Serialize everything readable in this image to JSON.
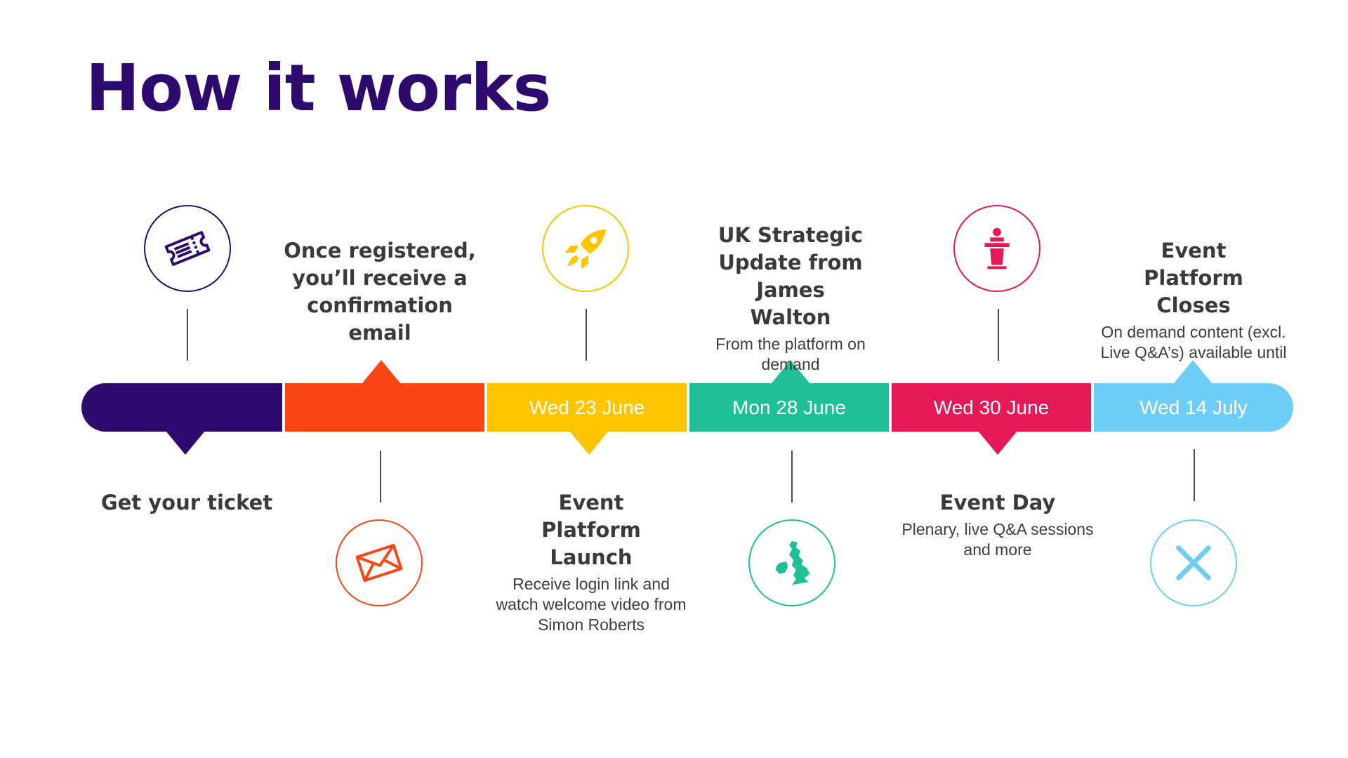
{
  "title": "How it works",
  "colors": {
    "title": "#2e0a6e",
    "step1": "#2e0a6e",
    "step2": "#fa4616",
    "step3": "#fcc500",
    "step4": "#1fc096",
    "step5": "#e41956",
    "step6": "#6fcef8"
  },
  "steps": [
    {
      "date": "",
      "heading": "Get your ticket",
      "detail": "",
      "icon": "ticket-icon"
    },
    {
      "date": "",
      "heading": "Once registered, you’ll receive a confirmation email",
      "detail": "",
      "icon": "envelope-icon"
    },
    {
      "date": "Wed 23 June",
      "heading": "Event Platform Launch",
      "detail": "Receive login link and watch welcome video from Simon Roberts",
      "icon": "rocket-icon"
    },
    {
      "date": "Mon 28 June",
      "heading": "UK Strategic Update from James Walton",
      "detail": "From the platform on demand",
      "icon": "uk-map-icon"
    },
    {
      "date": "Wed 30 June",
      "heading": "Event Day",
      "detail": "Plenary, live Q&A sessions and more",
      "icon": "podium-icon"
    },
    {
      "date": "Wed 14 July",
      "heading": "Event Platform Closes",
      "detail": "On demand content (excl. Live Q&A’s) available until",
      "icon": "close-x-icon"
    }
  ]
}
